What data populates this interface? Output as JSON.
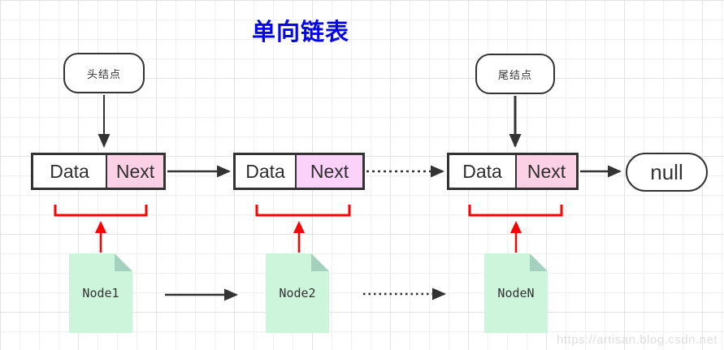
{
  "title": "单向链表",
  "labels": {
    "head": "头结点",
    "tail": "尾结点",
    "null_text": "null"
  },
  "nodes": [
    {
      "data_label": "Data",
      "next_label": "Next",
      "next_color": "#fcd1e5"
    },
    {
      "data_label": "Data",
      "next_label": "Next",
      "next_color": "#fad2fa"
    },
    {
      "data_label": "Data",
      "next_label": "Next",
      "next_color": "#fcd1e5"
    }
  ],
  "notes": [
    {
      "label": "Node1"
    },
    {
      "label": "Node2"
    },
    {
      "label": "NodeN"
    }
  ],
  "watermark": "https://artisan.blog.csdn.net",
  "colors": {
    "title_blue": "#0404ee",
    "shape_stroke": "#333333",
    "bracket_red": "#fe0000",
    "next_pink": "#fcd1e5",
    "next_magenta": "#fad2fa",
    "note_fill": "#cdf5dc",
    "note_fold": "#a3d1bd"
  }
}
